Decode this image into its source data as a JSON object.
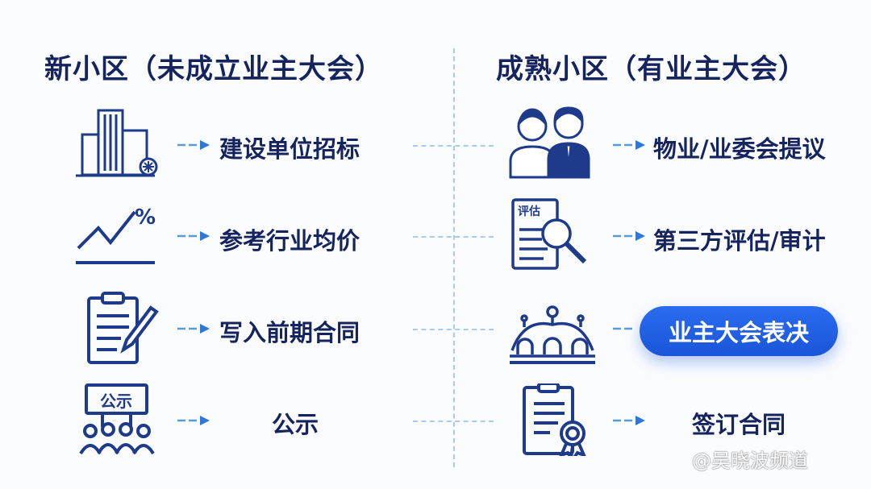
{
  "left": {
    "title": "新小区（未成立业主大会）",
    "steps": [
      {
        "label": "建设单位招标",
        "icon": "buildings-icon"
      },
      {
        "label": "参考行业均价",
        "icon": "trend-percent-icon"
      },
      {
        "label": "写入前期合同",
        "icon": "clipboard-pen-icon"
      },
      {
        "label": "公示",
        "icon": "public-notice-icon",
        "sign": "公示"
      }
    ]
  },
  "right": {
    "title": "成熟小区（有业主大会）",
    "steps": [
      {
        "label": "物业/业委会提议",
        "icon": "people-icon"
      },
      {
        "label": "第三方评估/审计",
        "icon": "evaluation-magnifier-icon",
        "doc_text": "评估"
      },
      {
        "label": "业主大会表决",
        "icon": "assembly-hall-icon",
        "highlighted": true
      },
      {
        "label": "签订合同",
        "icon": "certified-contract-icon"
      }
    ]
  },
  "watermark": "@吴晓波频道",
  "colors": {
    "navy": "#15245e",
    "accent": "#1f5fe0",
    "dash": "#a9cbee"
  }
}
